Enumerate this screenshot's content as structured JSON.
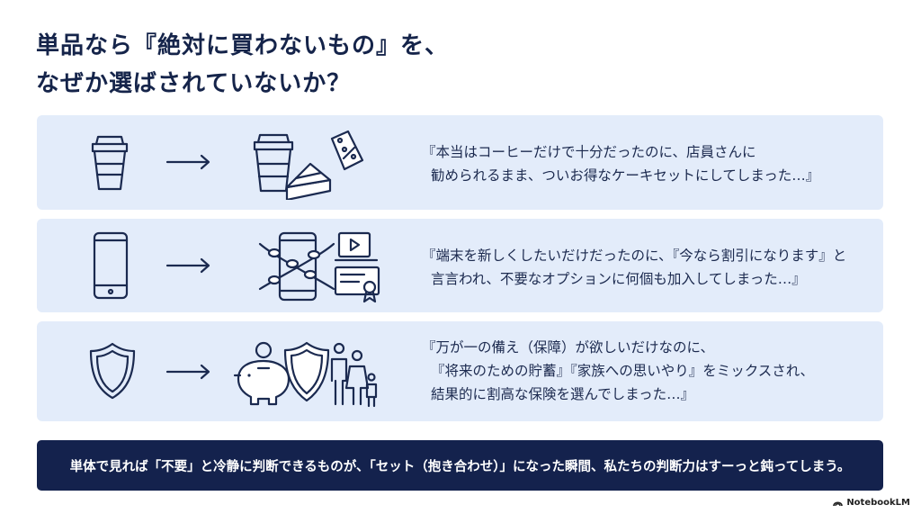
{
  "title": {
    "line1": "単品なら『絶対に買わないもの』を、",
    "line2": "なぜか選ばされていないか？"
  },
  "cards": [
    {
      "quote_line1": "『本当はコーヒーだけで十分だったのに、店員さんに",
      "quote_line2": "勧められるまま、ついお得なケーキセットにしてしまった…』"
    },
    {
      "quote_line1": "『端末を新しくしたいだけだったのに、『今なら割引になります』と",
      "quote_line2": "言言われ、不要なオプションに何個も加入してしまった…』"
    },
    {
      "quote_line1": "『万が一の備え（保障）が欲しいだけなのに、",
      "quote_line2": "『将来のための貯蓄』『家族への思いやり』をミックスされ、",
      "quote_line3": "結果的に割高な保険を選んでしまった…』"
    }
  ],
  "banner": "単体で見れば「不要」と冷静に判断できるものが、「セット（抱き合わせ）」になった瞬間、私たちの判断力はすーっと鈍ってしまう。",
  "brand": "NotebookLM"
}
